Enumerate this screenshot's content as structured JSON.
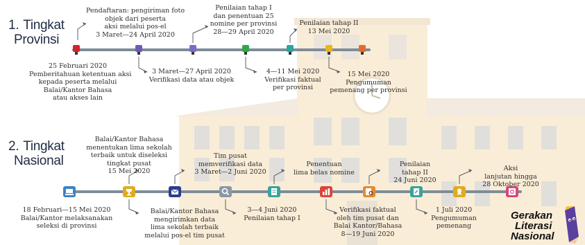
{
  "sections": {
    "provinsi": {
      "number": "1.",
      "title_line1": "Tingkat",
      "title_line2": "Provinsi"
    },
    "nasional": {
      "number": "2.",
      "title_line1": "Tingkat",
      "title_line2": "Nasional"
    }
  },
  "provinsi_labels": {
    "p1": [
      "25 Februari 2020",
      "Pemberitahuan ketentuan aksi",
      "kepada peserta melalui",
      "Balai/Kantor Bahasa",
      "atau akses lain"
    ],
    "p2": [
      "Pendaftaran: pengiriman foto",
      "objek dari peserta",
      "aksi melalui pos-el",
      "3 Maret—24 April 2020"
    ],
    "p3": [
      "3 Maret—27 April 2020",
      "Verifikasi data atau objek"
    ],
    "p4": [
      "Penilaian tahap I",
      "dan penentuan 25",
      "nomine per provinsi",
      "28—29 April 2020"
    ],
    "p5": [
      "4—11 Mei 2020",
      "Verifikasi faktual",
      "per provinsi"
    ],
    "p6": [
      "Penilaian tahap II",
      "13 Mei 2020"
    ],
    "p7": [
      "15 Mei 2020",
      "Pengumuman",
      "pemenang per provinsi"
    ]
  },
  "nasional_labels": {
    "n1": [
      "18 Februari—15 Mei 2020",
      "Balai/Kantor melaksanakan",
      "seleksi di provinsi"
    ],
    "n2": [
      "Balai/Kantor Bahasa",
      "menentukan lima sekolah",
      "terbaik untuk diseleksi",
      "tingkat pusat",
      "15 Mei 2020"
    ],
    "n3": [
      "Balai/Kantor Bahasa",
      "mengirimkan data",
      "lima sekolah terbaik",
      "melalui pos-el tim pusat"
    ],
    "n4": [
      "Tim pusat",
      "memverifikasi data",
      "3 Maret—2 Juni 2020"
    ],
    "n5": [
      "3—4 Juni 2020",
      "Penilaian tahap I"
    ],
    "n6": [
      "Penentuan",
      "lima belas nomine"
    ],
    "n7": [
      "Verifikasi faktual",
      "oleh tim pusat dan",
      "Balai Kantor/Bahasa",
      "8—19 Juni 2020"
    ],
    "n8": [
      "Penilaian",
      "tahap II",
      "24 Juni 2020"
    ],
    "n9": [
      "1 Juli 2020",
      "Pengumuman",
      "pemenang"
    ],
    "n10": [
      "Aksi",
      "lanjutan hingga",
      "28 Oktober 2020"
    ]
  },
  "brand": {
    "word1": "Gerakan",
    "word2": "Literasi",
    "word3": "Nasional"
  },
  "colors": {
    "timeline": "#7d8c97",
    "building_fill": "#f6dfb7",
    "building_roof": "#eadcc6",
    "node_red": "#d3242b",
    "node_purple": "#6f5bb4",
    "node_green": "#2fa84a",
    "node_teal": "#2aa6a0",
    "node_yellow": "#e9b51c",
    "node_orange": "#e86a2a",
    "tile_blue": "#3b84c8",
    "tile_gold": "#e0ac1f",
    "tile_navy": "#2c3f8c",
    "tile_grey": "#8a98a6",
    "tile_teal": "#3aa39c",
    "tile_red": "#d9453c",
    "tile_orange": "#e58a2e",
    "tile_pink": "#d8477a"
  }
}
